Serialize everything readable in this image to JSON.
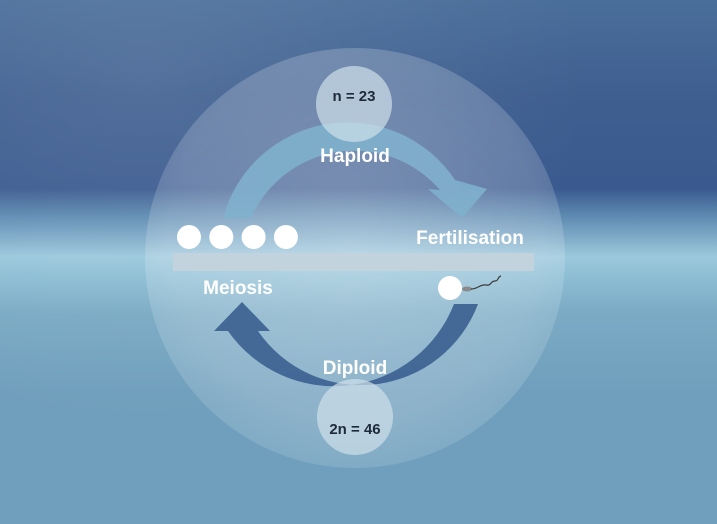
{
  "diagram": {
    "top_badge": "n = 23",
    "top_label": "Haploid",
    "right_label": "Fertilisation",
    "left_label": "Meiosis",
    "bottom_label": "Diploid",
    "bottom_badge": "2n = 46",
    "meiosis_cells": 4,
    "colors": {
      "upper_arrow": "#7fb0cd",
      "lower_arrow": "#3f6494",
      "badge": "#cfe0ea",
      "divider": "#c3d3dc",
      "cell": "#ffffff"
    }
  }
}
